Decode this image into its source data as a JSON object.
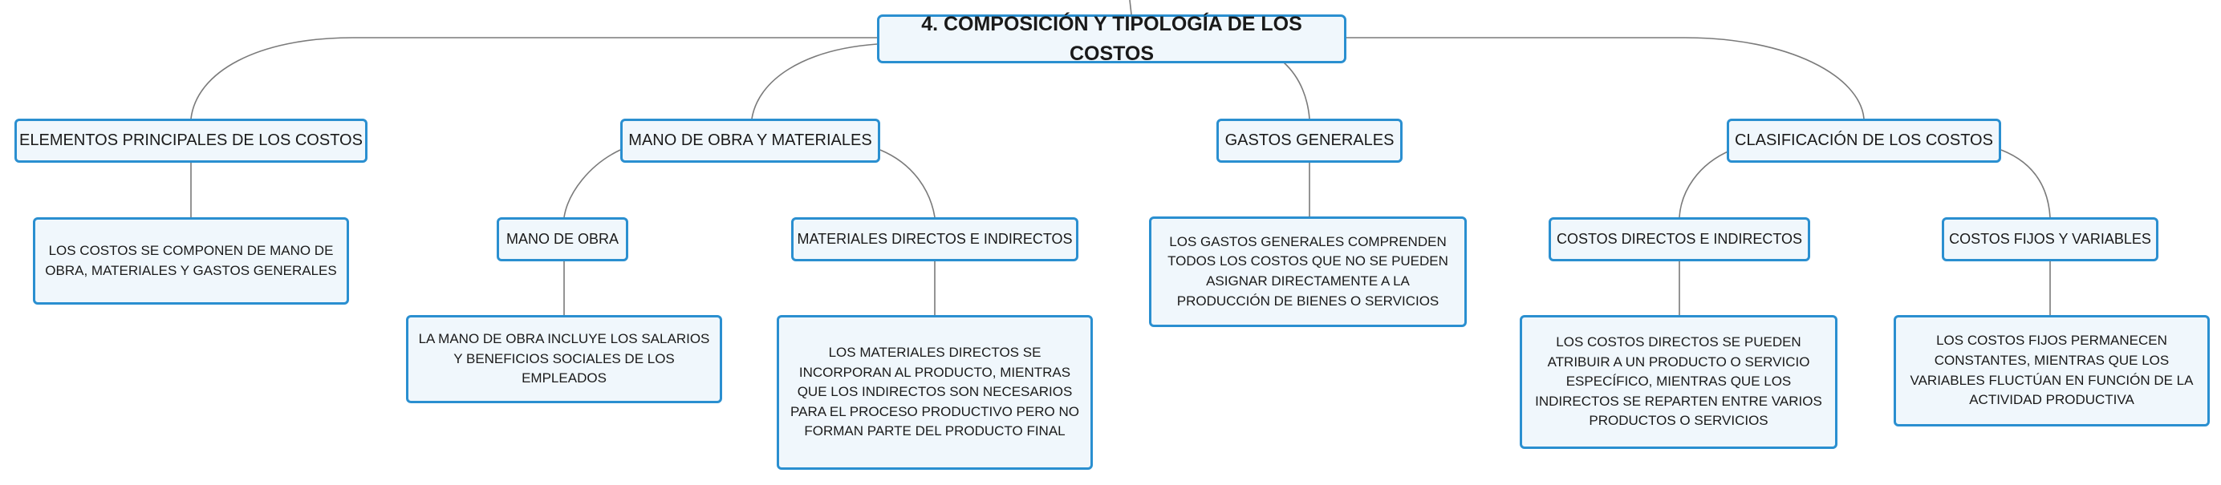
{
  "root": {
    "label": "4. COMPOSICIÓN Y TIPOLOGÍA DE LOS COSTOS"
  },
  "elementos": {
    "label": "ELEMENTOS PRINCIPALES DE LOS COSTOS",
    "detail": "LOS COSTOS SE COMPONEN DE MANO DE OBRA, MATERIALES Y GASTOS GENERALES"
  },
  "mano_obra_materiales": {
    "label": "MANO DE OBRA Y MATERIALES",
    "mano_obra": {
      "label": "MANO DE OBRA",
      "detail": "LA MANO DE OBRA INCLUYE LOS SALARIOS Y BENEFICIOS SOCIALES DE LOS EMPLEADOS"
    },
    "materiales": {
      "label": "MATERIALES DIRECTOS E INDIRECTOS",
      "detail": "LOS MATERIALES DIRECTOS SE INCORPORAN AL PRODUCTO, MIENTRAS QUE LOS INDIRECTOS SON NECESARIOS PARA EL PROCESO PRODUCTIVO PERO NO FORMAN PARTE DEL PRODUCTO FINAL"
    }
  },
  "gastos": {
    "label": "GASTOS GENERALES",
    "detail": "LOS GASTOS GENERALES COMPRENDEN TODOS LOS COSTOS QUE NO SE PUEDEN ASIGNAR DIRECTAMENTE A LA PRODUCCIÓN DE BIENES O SERVICIOS"
  },
  "clasificacion": {
    "label": "CLASIFICACIÓN DE LOS COSTOS",
    "directos": {
      "label": "COSTOS DIRECTOS E INDIRECTOS",
      "detail": "LOS COSTOS DIRECTOS SE PUEDEN ATRIBUIR A UN PRODUCTO O SERVICIO ESPECÍFICO, MIENTRAS QUE LOS INDIRECTOS SE REPARTEN ENTRE VARIOS PRODUCTOS O SERVICIOS"
    },
    "fijos": {
      "label": "COSTOS FIJOS Y VARIABLES",
      "detail": "LOS COSTOS FIJOS PERMANECEN CONSTANTES, MIENTRAS QUE LOS VARIABLES FLUCTÚAN EN FUNCIÓN DE LA ACTIVIDAD PRODUCTIVA"
    }
  },
  "colors": {
    "border": "#2a8fd0",
    "fill": "#f0f7fc",
    "line": "#7a7a7a"
  }
}
